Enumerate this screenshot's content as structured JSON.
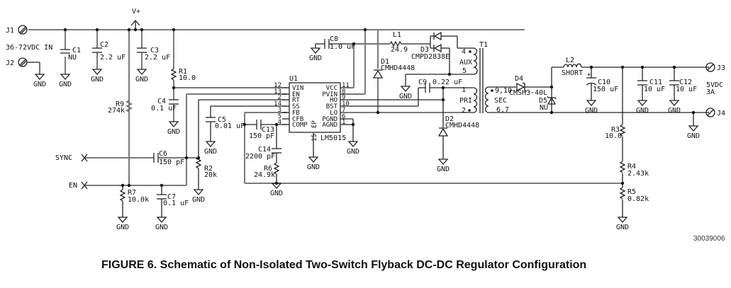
{
  "figure": {
    "caption": "FIGURE 6. Schematic of Non-Isolated Two-Switch Flyback DC-DC Regulator Configuration",
    "figure_id": "30039006"
  },
  "connectors": {
    "j1": "J1",
    "j2": "J2",
    "j3": "J3",
    "j4": "J4",
    "input_label": "36-72VDC IN",
    "output_label_1": "5VDC",
    "output_label_2": "3A",
    "vplus": "V+",
    "sync": "SYNC",
    "en": "EN"
  },
  "gnd": "GND",
  "components": {
    "c1": {
      "ref": "C1",
      "value": "NU"
    },
    "c2": {
      "ref": "C2",
      "value": "2.2 uF"
    },
    "c3": {
      "ref": "C3",
      "value": "2.2 uF"
    },
    "c4": {
      "ref": "C4",
      "value": "0.1 uF"
    },
    "c5": {
      "ref": "C5",
      "value": "0.01 uF"
    },
    "c6": {
      "ref": "C6",
      "value": "150 pF"
    },
    "c7": {
      "ref": "C7",
      "value": "0.1 uF"
    },
    "c8": {
      "ref": "C8",
      "value": "1.0 uF"
    },
    "c9": {
      "ref": "C9",
      "value": "0.22 uF"
    },
    "c10": {
      "ref": "C10",
      "value": "150 uF"
    },
    "c11": {
      "ref": "C11",
      "value": "10 uF"
    },
    "c12": {
      "ref": "C12",
      "value": "10 uF"
    },
    "c13": {
      "ref": "C13",
      "value": "150 pF"
    },
    "c14": {
      "ref": "C14",
      "value": "2200 pF"
    },
    "r1": {
      "ref": "R1",
      "value": "10.0"
    },
    "r2": {
      "ref": "R2",
      "value": "20k"
    },
    "r3": {
      "ref": "R3",
      "value": "10.0"
    },
    "r4": {
      "ref": "R4",
      "value": "2.43k"
    },
    "r5": {
      "ref": "R5",
      "value": "0.82k"
    },
    "r6": {
      "ref": "R6",
      "value": "24.9k"
    },
    "r7": {
      "ref": "R7",
      "value": "10.0k"
    },
    "r9": {
      "ref": "R9",
      "value": "274k"
    },
    "l1": {
      "ref": "L1",
      "value": "24.9"
    },
    "l2": {
      "ref": "L2",
      "value": "SHORT"
    },
    "d1": {
      "ref": "D1",
      "value": "CMHD4448"
    },
    "d2": {
      "ref": "D2",
      "value": "CMHD4448"
    },
    "d3": {
      "ref": "D3",
      "value": "CMPD2838E"
    },
    "d4": {
      "ref": "D4",
      "value": "CMSH3-40L"
    },
    "d5": {
      "ref": "D5",
      "value": "NU"
    },
    "t1": {
      "ref": "T1",
      "aux": "AUX",
      "pri": "PRI",
      "sec": "SEC",
      "pin_aux_top": "4",
      "pin_aux_bot": "5",
      "pin_pri_top": "1",
      "pin_pri_bot": "2",
      "pin_sec_top": "9,10",
      "pin_sec_bot": "6,7"
    }
  },
  "u1": {
    "ref": "U1",
    "part": "LM5015",
    "ep": "EP",
    "ep_pin": "15",
    "left_pins": [
      {
        "num": "12",
        "name": "VIN"
      },
      {
        "num": "13",
        "name": "EN"
      },
      {
        "num": "2",
        "name": "RT"
      },
      {
        "num": "14",
        "name": "SS"
      },
      {
        "num": "3",
        "name": "FB"
      },
      {
        "num": "5",
        "name": "CFB"
      },
      {
        "num": "4",
        "name": "COMP"
      }
    ],
    "right_pins": [
      {
        "num": "11",
        "name": "VCC"
      },
      {
        "num": "8",
        "name": "PVIN"
      },
      {
        "num": "9",
        "name": "HO"
      },
      {
        "num": "10",
        "name": "BST"
      },
      {
        "num": "7",
        "name": "LO"
      },
      {
        "num": "6",
        "name": "PGND"
      },
      {
        "num": "1",
        "name": "AGND"
      }
    ]
  }
}
